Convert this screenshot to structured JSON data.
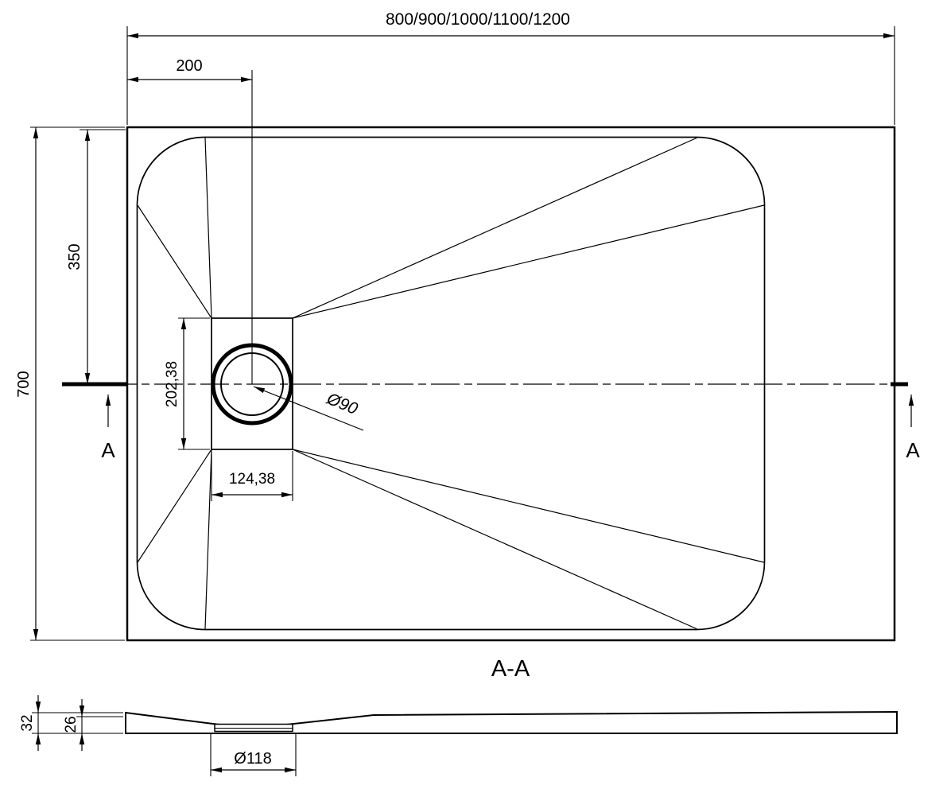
{
  "colors": {
    "line": "#000000",
    "bg": "#ffffff"
  },
  "top_view": {
    "width_dim": "800/900/1000/1100/1200",
    "drain_offset_x_dim": "200",
    "height_dim": "700",
    "drain_offset_y_dim": "350",
    "drain_recess_height_dim": "202,38",
    "drain_recess_width_dim": "124,38",
    "drain_diameter_dim": "Ø90",
    "section_label_left": "A",
    "section_label_right": "A"
  },
  "section_view": {
    "title": "A-A",
    "total_height_dim": "32",
    "base_height_dim": "26",
    "drain_hole_diameter_dim": "Ø118"
  }
}
